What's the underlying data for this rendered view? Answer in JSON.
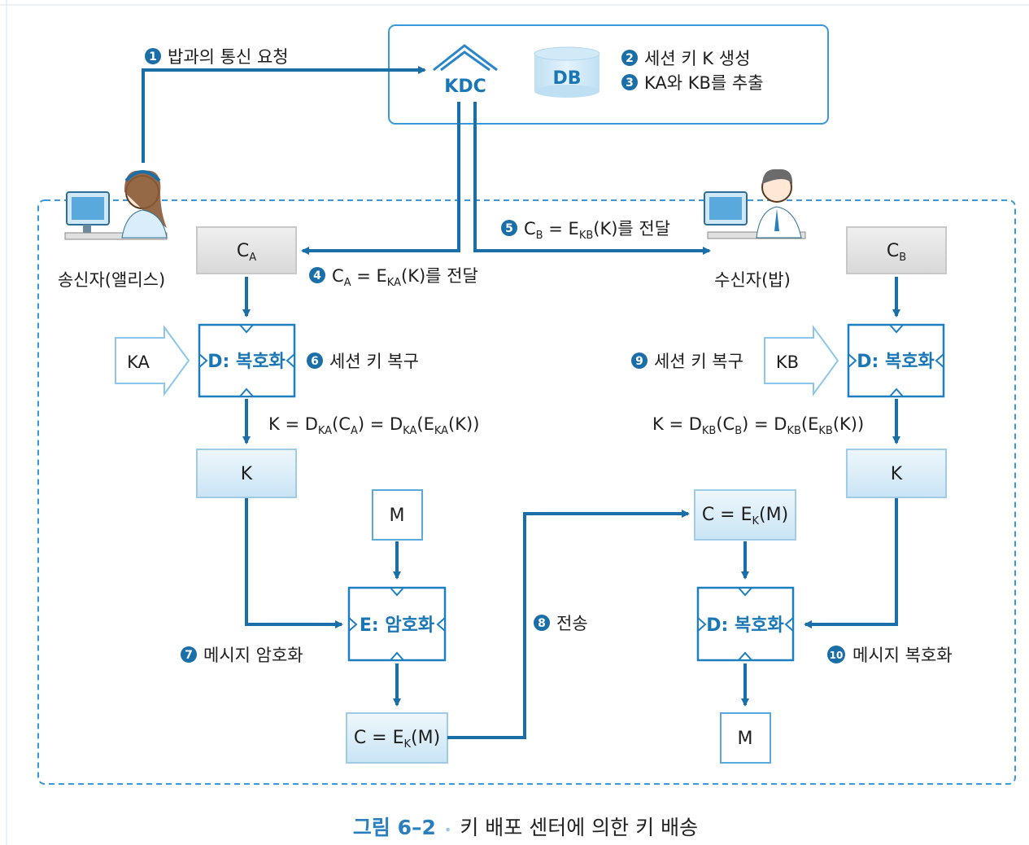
{
  "steps": {
    "s1": {
      "num": "1",
      "text": "밥과의 통신 요청"
    },
    "s2": {
      "num": "2",
      "text": "세션 키 K 생성"
    },
    "s3": {
      "num": "3",
      "text": "KA와 KB를 추출"
    },
    "s4": {
      "num": "4",
      "pre": "C",
      "sub1": "A",
      "mid": " = E",
      "sub2": "KA",
      "post": "(K)를 전달"
    },
    "s5": {
      "num": "5",
      "pre": "C",
      "sub1": "B",
      "mid": " = E",
      "sub2": "KB",
      "post": "(K)를 전달"
    },
    "s6": {
      "num": "6",
      "text": "세션 키 복구"
    },
    "s7": {
      "num": "7",
      "text": "메시지 암호화"
    },
    "s8": {
      "num": "8",
      "text": "전송"
    },
    "s9": {
      "num": "9",
      "text": "세션 키 복구"
    },
    "s10": {
      "num": "10",
      "text": "메시지 복호화"
    }
  },
  "kdc": {
    "label": "KDC",
    "db_label": "DB"
  },
  "sender": {
    "label": "송신자(앨리스)"
  },
  "receiver": {
    "label": "수신자(밥)"
  },
  "left": {
    "ca_main": "C",
    "ca_sub": "A",
    "ka": "KA",
    "decrypt": "D: 복호화",
    "k_eq": {
      "a": "K = D",
      "s1": "KA",
      "b": "(C",
      "s2": "A",
      "c": ") = D",
      "s3": "KA",
      "d": "(E",
      "s4": "KA",
      "e": "(K))"
    },
    "k": "K",
    "m": "M",
    "encrypt": "E: 암호화",
    "c_out": {
      "a": "C = E",
      "s": "K",
      "b": "(M)"
    }
  },
  "right": {
    "cb_main": "C",
    "cb_sub": "B",
    "kb": "KB",
    "decrypt": "D: 복호화",
    "k_eq": {
      "a": "K = D",
      "s1": "KB",
      "b": "(C",
      "s2": "B",
      "c": ") = D",
      "s3": "KB",
      "d": "(E",
      "s4": "KB",
      "e": "(K))"
    },
    "k": "K",
    "c_in": {
      "a": "C = E",
      "s": "K",
      "b": "(M)"
    },
    "decrypt2": "D: 복호화",
    "m": "M"
  },
  "caption": {
    "num": "그림 6–2",
    "dot": "•",
    "text": "키 배포 센터에 의한 키 배송"
  },
  "colors": {
    "line": "#1a6fa8",
    "box_border": "#1c7fc0",
    "light_blue": "#d8ecf7",
    "gray_box": "#e6e6e6",
    "dashed": "#3a9ad9"
  }
}
